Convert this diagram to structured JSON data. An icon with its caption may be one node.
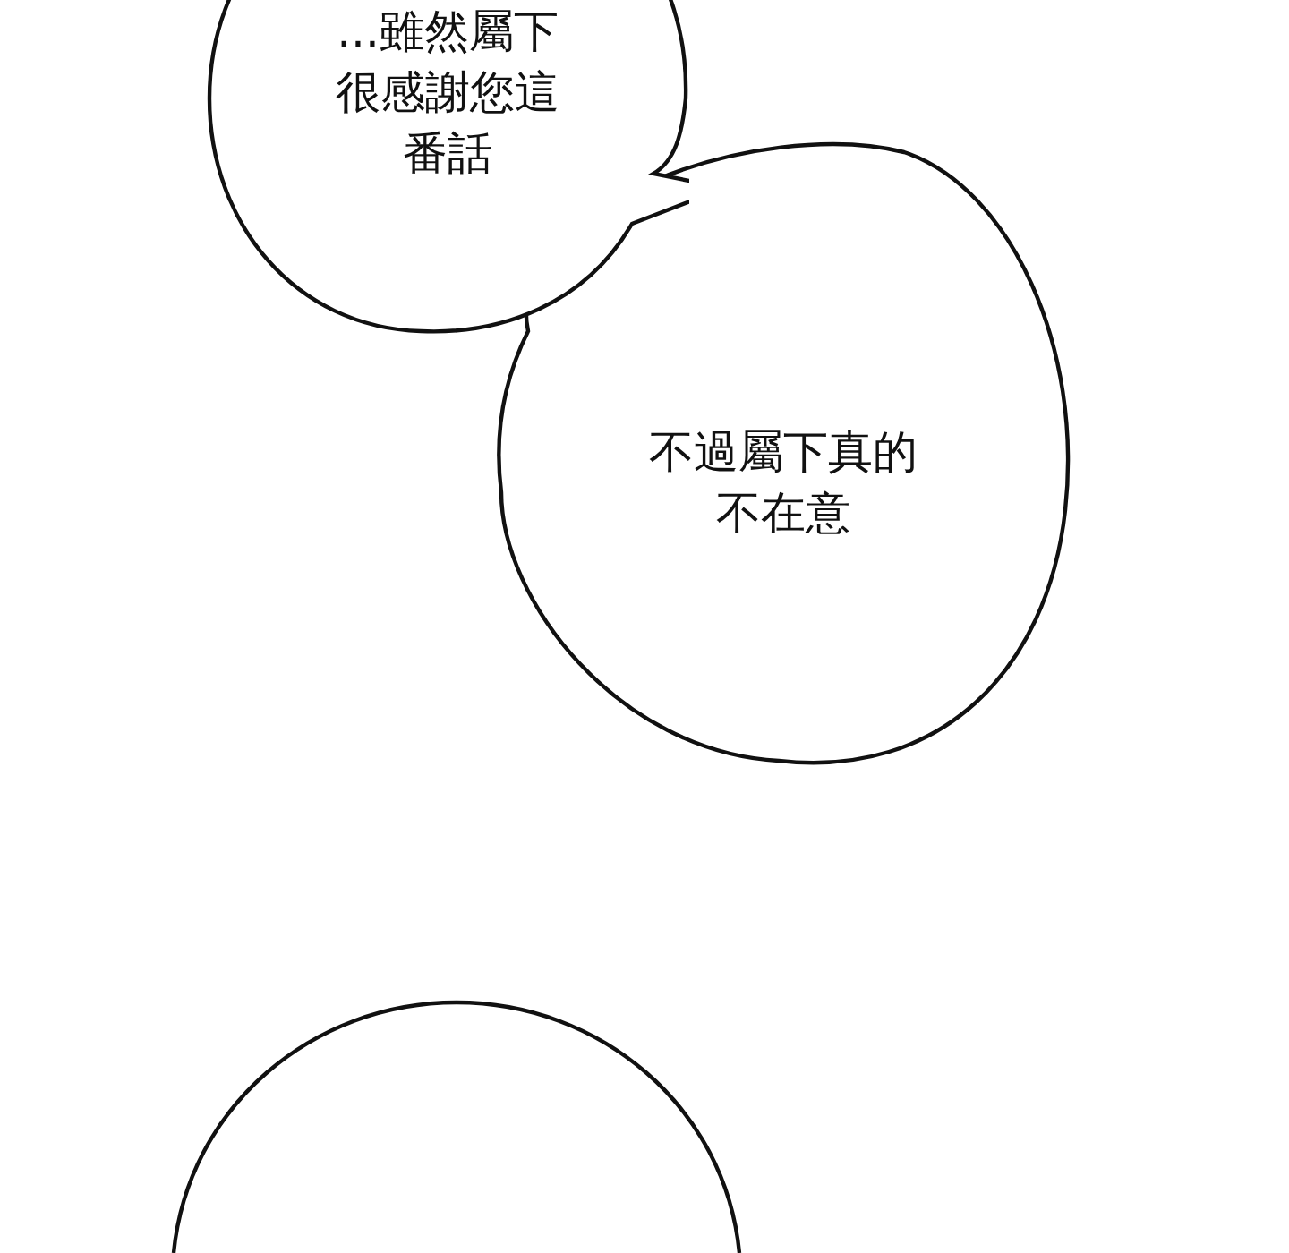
{
  "diagram": {
    "nodes": [
      {
        "text": [
          "...雖然屬下很感謝您這番話"
        ]
      },
      {
        "text": [
          "不過屬下真的不在意"
        ]
      },
      {
        "text": [],
        "shape": "circle"
      }
    ],
    "edges": []
  }
}
